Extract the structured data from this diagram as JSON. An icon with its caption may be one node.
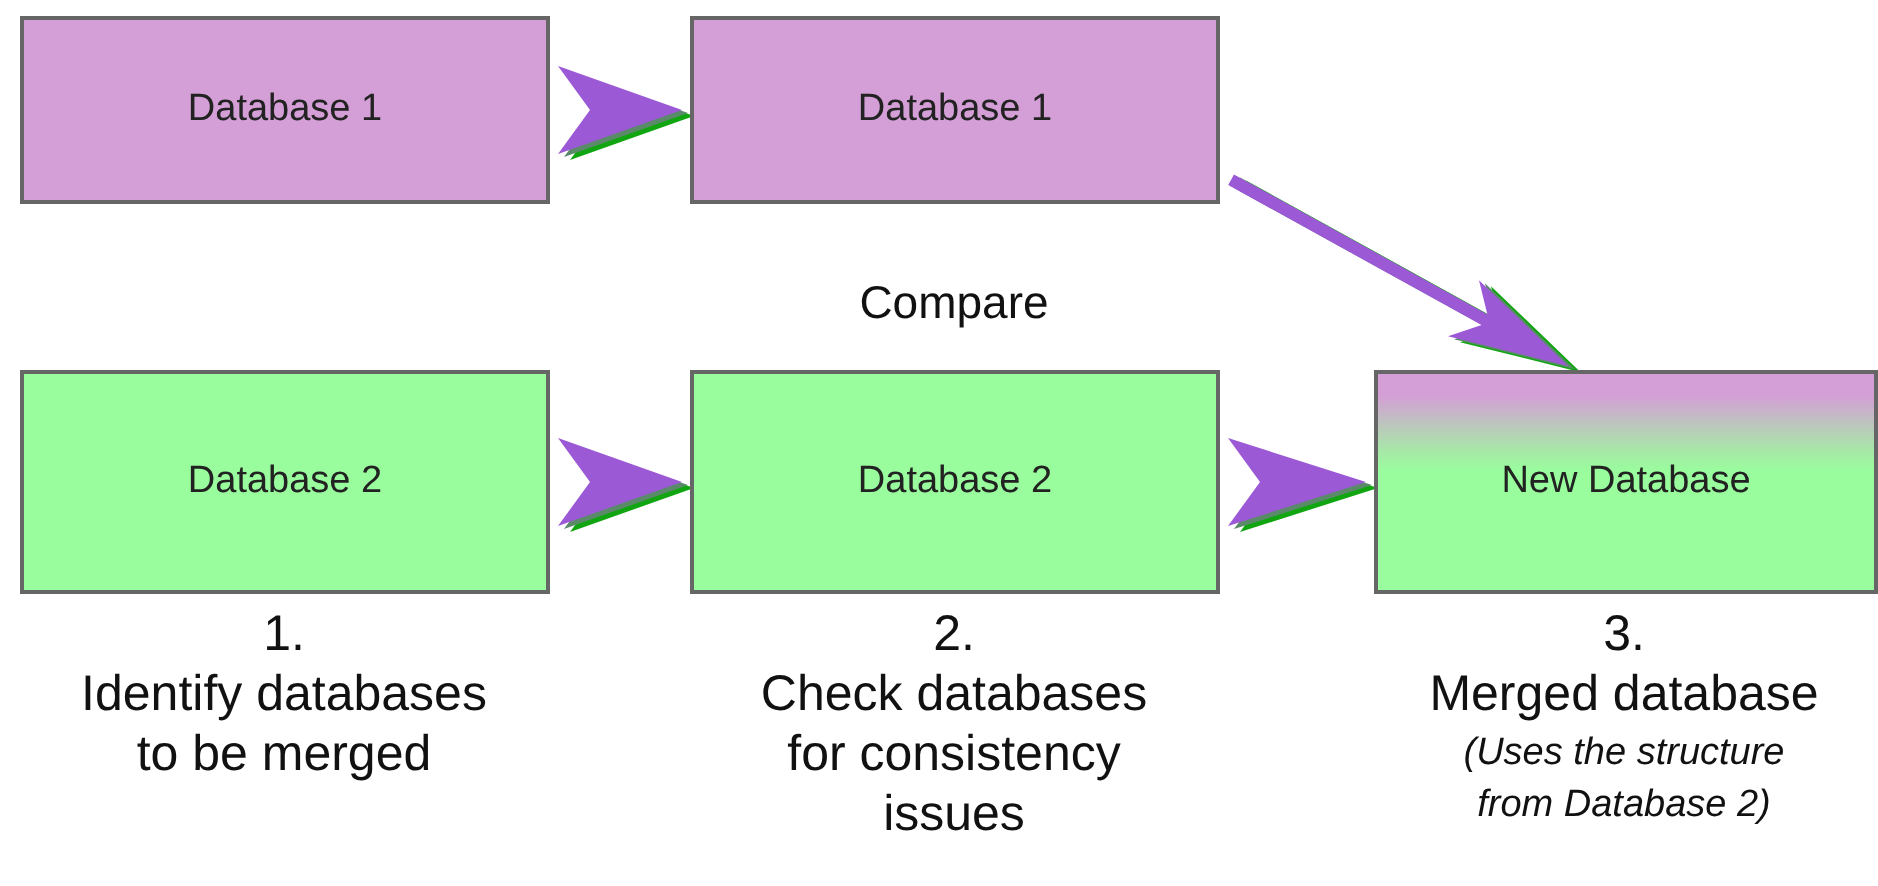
{
  "diagram": {
    "nodes": [
      {
        "text": [
          "Database 1"
        ]
      },
      {
        "text": [
          "Database 1"
        ]
      },
      {
        "text": [
          "Database 2"
        ]
      },
      {
        "text": [
          "Database 2"
        ]
      },
      {
        "text": [
          "New Database"
        ]
      }
    ],
    "edges": [
      {
        "from": 0,
        "to": 1,
        "arrow": "to"
      },
      {
        "from": 2,
        "to": 3,
        "arrow": "to"
      },
      {
        "from": 3,
        "to": 4,
        "arrow": "to"
      },
      {
        "from": 1,
        "to": 4,
        "arrow": "to"
      }
    ],
    "labels": [
      "Compare",
      "1.",
      "Identify databases to be merged",
      "2.",
      "Check databases for consistency issues",
      "3.",
      "Merged database",
      "(Uses the structure from Database 2)"
    ]
  }
}
